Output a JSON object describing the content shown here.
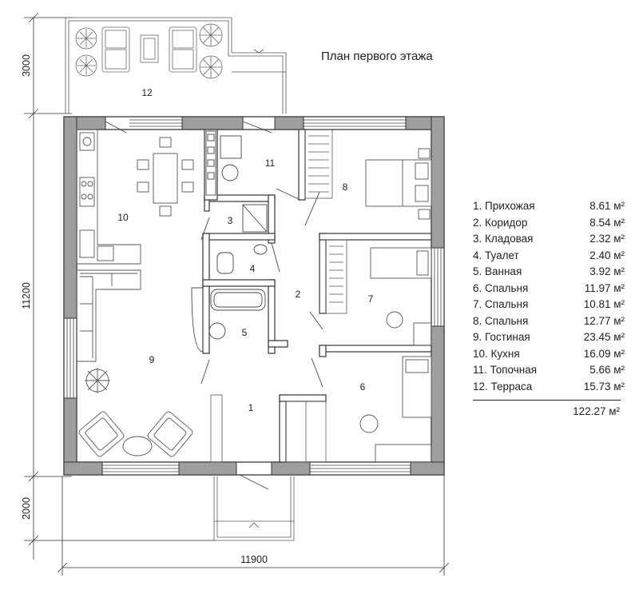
{
  "title": "План первого этажа",
  "rooms": [
    {
      "name": "1. Прихожая",
      "area": "8.61 м²"
    },
    {
      "name": "2. Коридор",
      "area": "8.54 м²"
    },
    {
      "name": "3. Кладовая",
      "area": "2.32 м²"
    },
    {
      "name": "4. Туалет",
      "area": "2.40 м²"
    },
    {
      "name": "5. Ванная",
      "area": "3.92 м²"
    },
    {
      "name": "6. Спальня",
      "area": "11.97 м²"
    },
    {
      "name": "7. Спальня",
      "area": "10.81 м²"
    },
    {
      "name": "8. Спальня",
      "area": "12.77 м²"
    },
    {
      "name": "9. Гостиная",
      "area": "23.45 м²"
    },
    {
      "name": "10. Кухня",
      "area": "16.09 м²"
    },
    {
      "name": "11. Топочная",
      "area": "5.66 м²"
    },
    {
      "name": "12. Терраса",
      "area": "15.73 м²"
    }
  ],
  "total": "122.27 м²",
  "dimensions": {
    "terrace_depth": "3000",
    "house_depth": "11200",
    "porch_depth": "2000",
    "house_width": "11900"
  },
  "room_numbers": {
    "r1": "1",
    "r2": "2",
    "r3": "3",
    "r4": "4",
    "r5": "5",
    "r6": "6",
    "r7": "7",
    "r8": "8",
    "r9": "9",
    "r10": "10",
    "r11": "11",
    "r12": "12"
  }
}
